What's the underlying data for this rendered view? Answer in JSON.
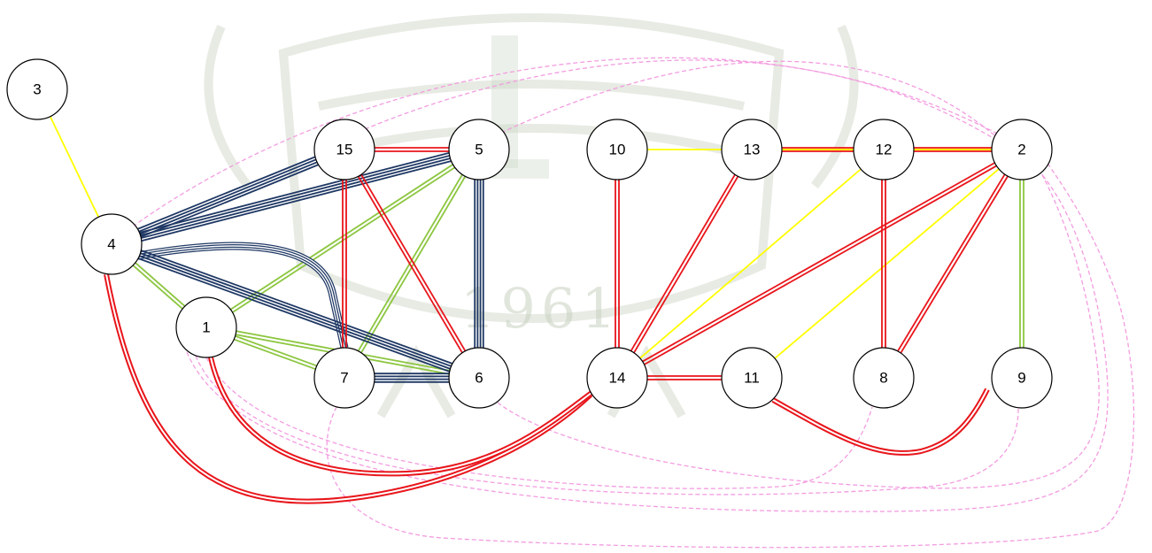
{
  "diagram": {
    "watermark": {
      "year": "1961"
    },
    "edge_styles": {
      "navy": {
        "color": "#1f3864",
        "lines": 4
      },
      "red": {
        "color": "#e8151b",
        "lines": 2
      },
      "green": {
        "color": "#8cc63f",
        "lines": 2
      },
      "yellow": {
        "color": "#ffff00",
        "lines": 1
      },
      "pink": {
        "color": "#f39ce0",
        "lines": 1,
        "dashed": true
      }
    },
    "nodes": [
      {
        "id": "1",
        "label": "1"
      },
      {
        "id": "2",
        "label": "2"
      },
      {
        "id": "3",
        "label": "3"
      },
      {
        "id": "4",
        "label": "4"
      },
      {
        "id": "5",
        "label": "5"
      },
      {
        "id": "6",
        "label": "6"
      },
      {
        "id": "7",
        "label": "7"
      },
      {
        "id": "8",
        "label": "8"
      },
      {
        "id": "9",
        "label": "9"
      },
      {
        "id": "10",
        "label": "10"
      },
      {
        "id": "11",
        "label": "11"
      },
      {
        "id": "12",
        "label": "12"
      },
      {
        "id": "13",
        "label": "13"
      },
      {
        "id": "14",
        "label": "14"
      },
      {
        "id": "15",
        "label": "15"
      }
    ],
    "edges": [
      {
        "from": "3",
        "to": "4",
        "style": "yellow"
      },
      {
        "from": "4",
        "to": "15",
        "style": "navy"
      },
      {
        "from": "4",
        "to": "5",
        "style": "navy"
      },
      {
        "from": "4",
        "to": "7",
        "style": "navy"
      },
      {
        "from": "4",
        "to": "6",
        "style": "navy"
      },
      {
        "from": "5",
        "to": "6",
        "style": "navy"
      },
      {
        "from": "7",
        "to": "6",
        "style": "navy"
      },
      {
        "from": "4",
        "to": "1",
        "style": "green"
      },
      {
        "from": "1",
        "to": "5",
        "style": "green"
      },
      {
        "from": "1",
        "to": "6",
        "style": "green"
      },
      {
        "from": "1",
        "to": "7",
        "style": "green"
      },
      {
        "from": "5",
        "to": "7",
        "style": "green"
      },
      {
        "from": "2",
        "to": "9",
        "style": "green"
      },
      {
        "from": "15",
        "to": "5",
        "style": "red"
      },
      {
        "from": "15",
        "to": "7",
        "style": "red"
      },
      {
        "from": "15",
        "to": "6",
        "style": "red"
      },
      {
        "from": "10",
        "to": "14",
        "style": "red"
      },
      {
        "from": "13",
        "to": "14",
        "style": "red"
      },
      {
        "from": "13",
        "to": "12",
        "style": "red"
      },
      {
        "from": "12",
        "to": "2",
        "style": "red"
      },
      {
        "from": "12",
        "to": "8",
        "style": "red"
      },
      {
        "from": "2",
        "to": "14",
        "style": "red"
      },
      {
        "from": "2",
        "to": "8",
        "style": "red"
      },
      {
        "from": "14",
        "to": "11",
        "style": "red"
      },
      {
        "from": "11",
        "to": "9",
        "style": "red"
      },
      {
        "from": "4",
        "to": "14",
        "style": "red"
      },
      {
        "from": "1",
        "to": "14",
        "style": "red"
      },
      {
        "from": "10",
        "to": "2",
        "style": "yellow"
      },
      {
        "from": "13",
        "to": "2",
        "style": "yellow"
      },
      {
        "from": "12",
        "to": "14",
        "style": "yellow"
      },
      {
        "from": "2",
        "to": "11",
        "style": "yellow"
      },
      {
        "from": "4",
        "to": "2",
        "style": "pink"
      },
      {
        "from": "15",
        "to": "2",
        "style": "pink"
      },
      {
        "from": "5",
        "to": "2",
        "style": "pink"
      },
      {
        "from": "1",
        "to": "2",
        "style": "pink"
      },
      {
        "from": "1",
        "to": "8",
        "style": "pink"
      },
      {
        "from": "1",
        "to": "9",
        "style": "pink"
      },
      {
        "from": "7",
        "to": "2",
        "style": "pink"
      },
      {
        "from": "6",
        "to": "2",
        "style": "pink"
      }
    ]
  }
}
